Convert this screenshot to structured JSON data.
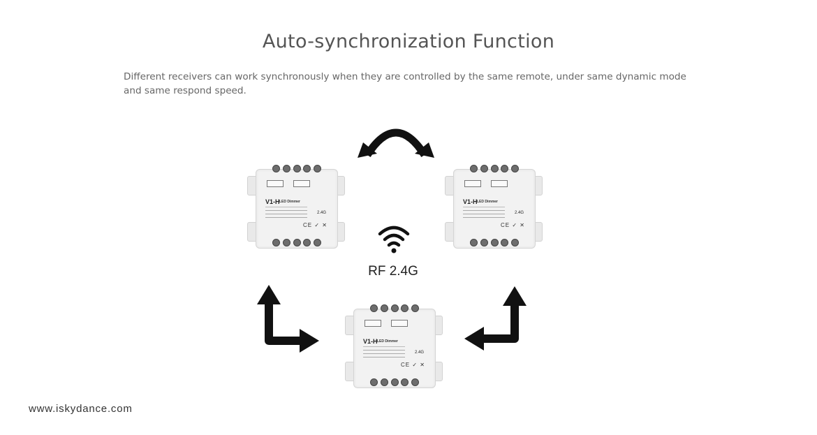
{
  "page": {
    "title": "Auto-synchronization Function",
    "description": "Different receivers can work synchronously when they are controlled by the same remote, under same dynamic mode and same respond speed.",
    "footer": "www.iskydance.com"
  },
  "diagram": {
    "center_label": "RF 2.4G",
    "center_icon": "wifi-icon",
    "arrow_icons": [
      "double-headed-curved-arrow",
      "bent-arrow-up-right",
      "bent-arrow-up-left"
    ],
    "device": {
      "model": "V1-H",
      "type": "LED Dimmer",
      "frequency": "2.4G",
      "marks": "CE ✓ ✕"
    }
  },
  "colors": {
    "title": "#555555",
    "text": "#666666",
    "arrow": "#111111",
    "device_body": "#f2f2f2"
  }
}
